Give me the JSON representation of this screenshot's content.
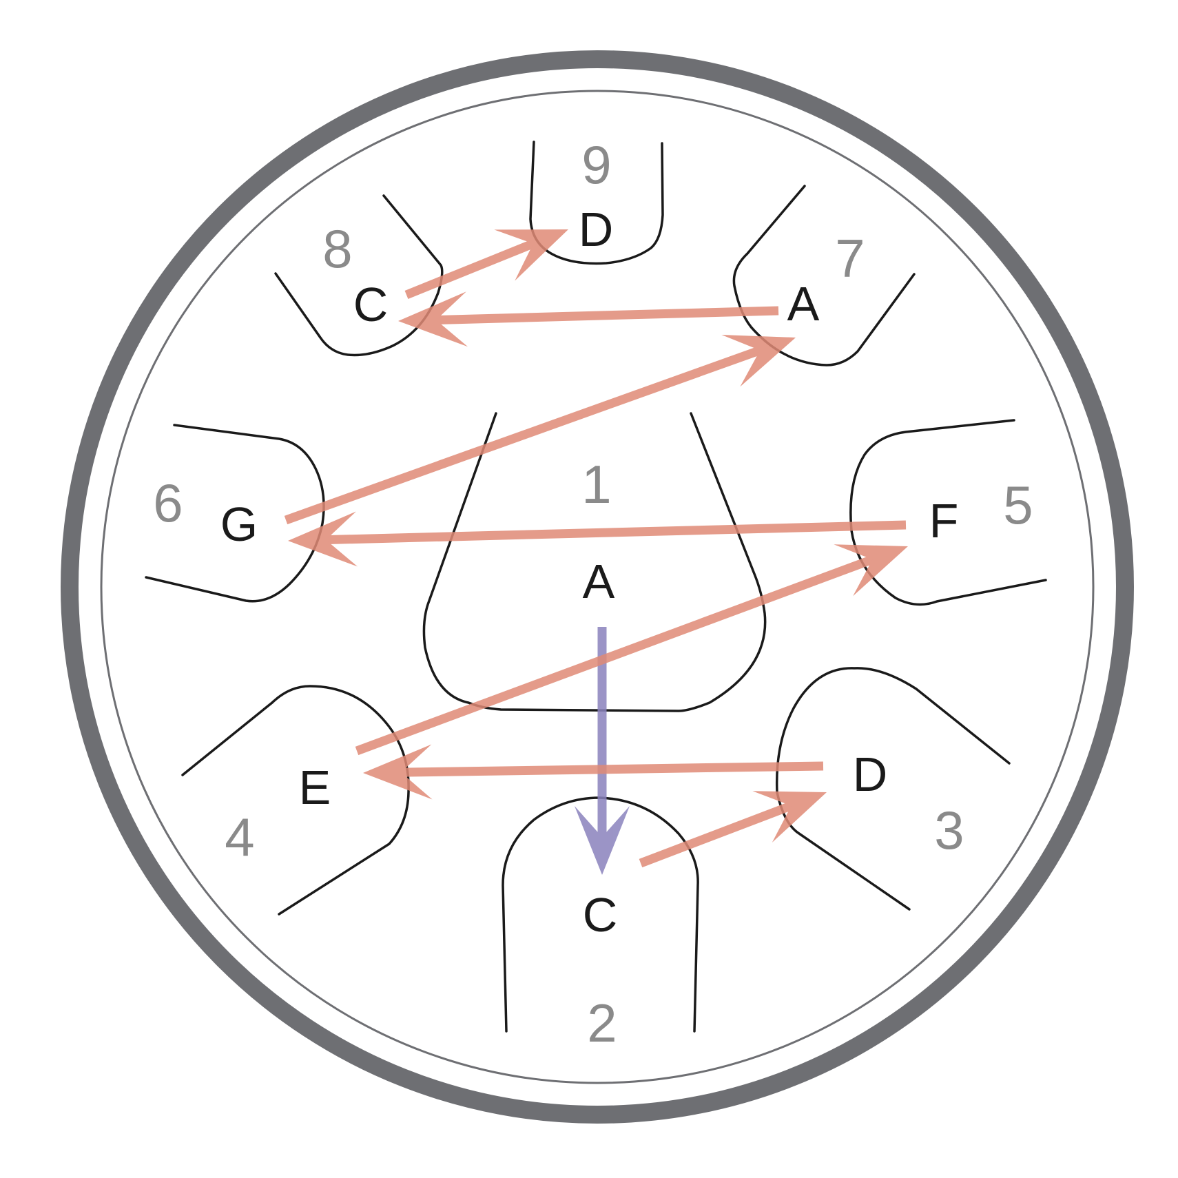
{
  "colors": {
    "background": "#ffffff",
    "rim_outer": "#6e6f73",
    "rim_inner": "#6e6f73",
    "tone_field": "#1a1a1a",
    "note_label": "#1a1a1a",
    "number_label": "#8a8a8a",
    "scale_arrow": "#e08a76",
    "first_arrow": "#8a82bd"
  },
  "notes": [
    {
      "id": "1",
      "number": "1",
      "note": "A"
    },
    {
      "id": "2",
      "number": "2",
      "note": "C"
    },
    {
      "id": "3",
      "number": "3",
      "note": "D"
    },
    {
      "id": "4",
      "number": "4",
      "note": "E"
    },
    {
      "id": "5",
      "number": "5",
      "note": "F"
    },
    {
      "id": "6",
      "number": "6",
      "note": "G"
    },
    {
      "id": "7",
      "number": "7",
      "note": "A"
    },
    {
      "id": "8",
      "number": "8",
      "note": "C"
    },
    {
      "id": "9",
      "number": "9",
      "note": "D"
    }
  ],
  "playing_order": [
    {
      "from": "1",
      "to": "2",
      "color": "first_arrow"
    },
    {
      "from": "2",
      "to": "3",
      "color": "scale_arrow"
    },
    {
      "from": "3",
      "to": "4",
      "color": "scale_arrow"
    },
    {
      "from": "4",
      "to": "5",
      "color": "scale_arrow"
    },
    {
      "from": "5",
      "to": "6",
      "color": "scale_arrow"
    },
    {
      "from": "6",
      "to": "7",
      "color": "scale_arrow"
    },
    {
      "from": "7",
      "to": "8",
      "color": "scale_arrow"
    },
    {
      "from": "8",
      "to": "9",
      "color": "scale_arrow"
    }
  ]
}
